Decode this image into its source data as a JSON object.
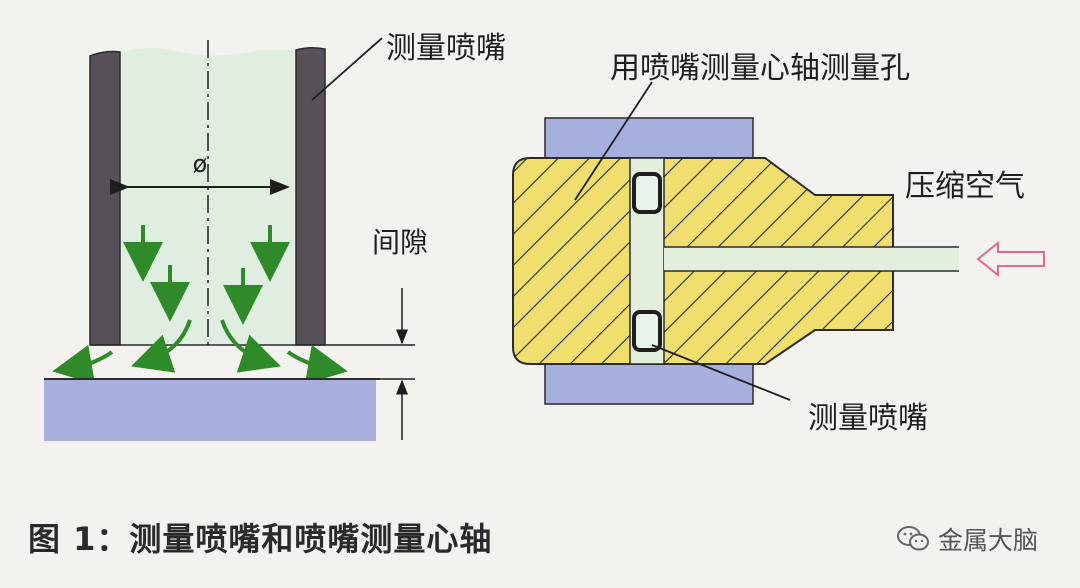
{
  "labels": {
    "left_nozzle": "测量喷嘴",
    "diameter": "ø",
    "gap": "间隙",
    "mandrel_hole": "用喷嘴测量心轴测量孔",
    "compressed_air": "压缩空气",
    "right_nozzle": "测量喷嘴"
  },
  "caption": "图 1：测量喷嘴和喷嘴测量心轴",
  "watermark": "金属大脑",
  "icons": [
    "chat-bubbles-icon",
    "compressed-air-arrow-icon"
  ],
  "colors": {
    "background": "#f3f2ef",
    "nozzle_wall": "#585058",
    "nozzle_bore": "#dfeee0",
    "air_arrow": "#2f8a2a",
    "workpiece": "#a7afdc",
    "mandrel_body": "#f0de6e",
    "hatch": "#2a2a2a",
    "air_channel": "#e3efdc",
    "inlet_arrow": "#e06a8a"
  }
}
